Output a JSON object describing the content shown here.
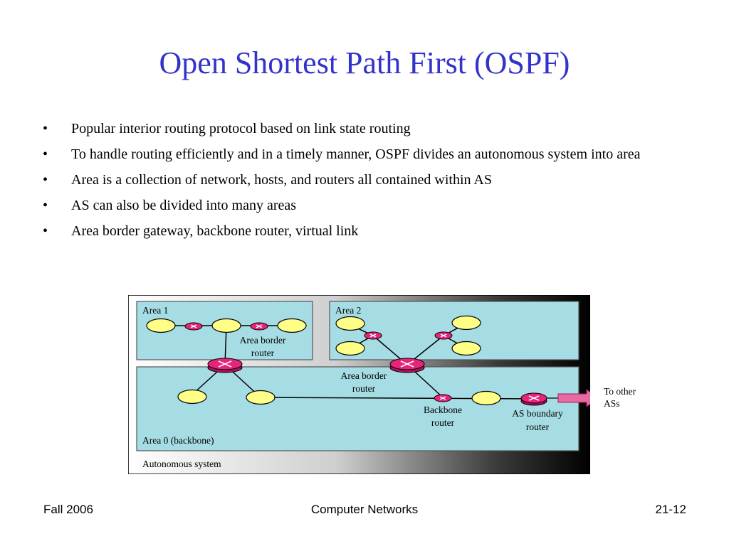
{
  "slide": {
    "title": "Open Shortest Path First (OSPF)",
    "bullet_symbol": "•",
    "bullets": [
      "Popular interior routing protocol based on link state routing",
      "To handle routing efficiently and in a timely manner, OSPF divides an autonomous system into area",
      "Area is a collection of network, hosts, and routers all contained within AS",
      "AS can also be divided into many areas",
      "Area border gateway, backbone router, virtual link"
    ]
  },
  "diagram": {
    "area1_label": "Area 1",
    "area2_label": "Area 2",
    "area0_label": "Area 0 (backbone)",
    "autonomous_label": "Autonomous system",
    "abr1_line1": "Area border",
    "abr1_line2": "router",
    "abr2_line1": "Area border",
    "abr2_line2": "router",
    "backbone_line1": "Backbone",
    "backbone_line2": "router",
    "asbr_line1": "AS boundary",
    "asbr_line2": "router",
    "other_line1": "To other",
    "other_line2": "ASs",
    "colors": {
      "area_fill": "#a6dde4",
      "network_fill": "#ffff88",
      "router_fill": "#e6247a",
      "arrow_fill": "#e86aa0"
    }
  },
  "footer": {
    "left": "Fall 2006",
    "center": "Computer Networks",
    "right": "21-12"
  }
}
